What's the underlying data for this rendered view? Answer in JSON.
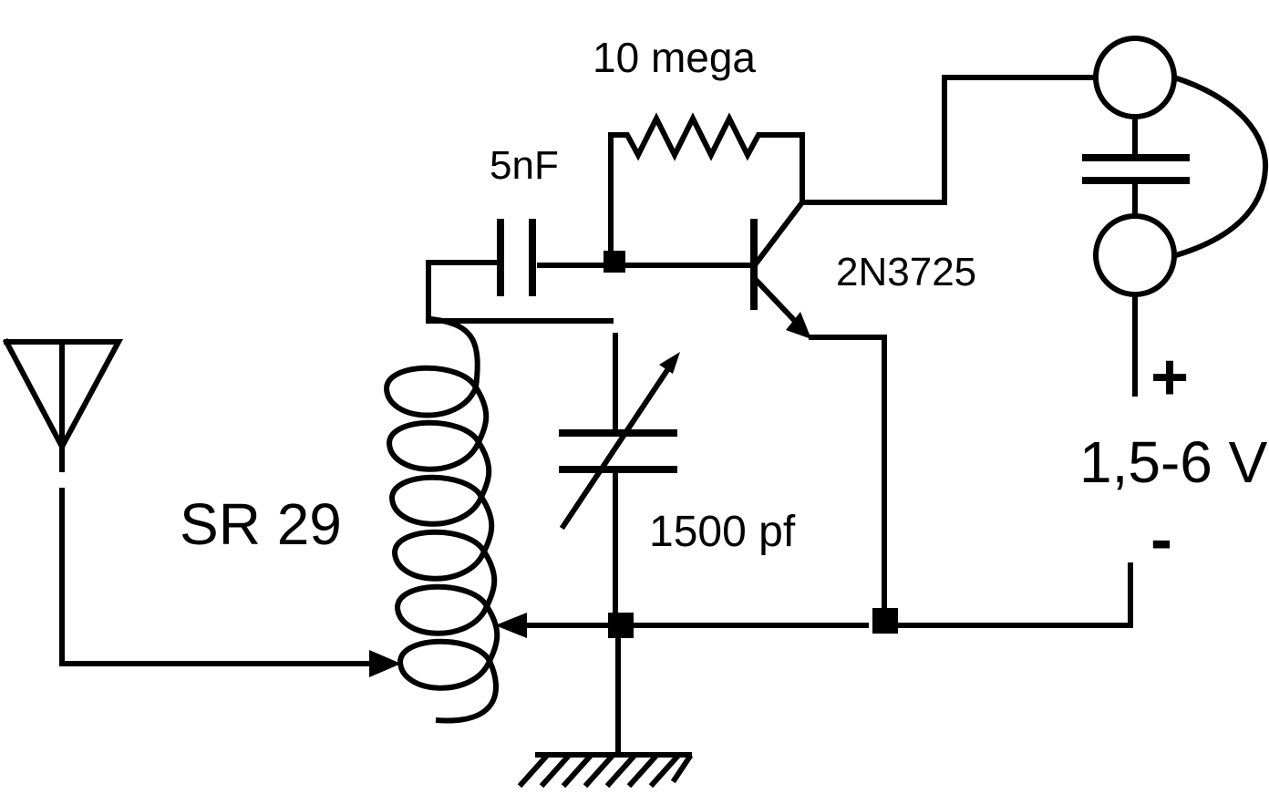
{
  "labels": {
    "resistor": "10 mega",
    "coupling_capacitor": "5nF",
    "transistor": "2N3725",
    "coil": "SR 29",
    "variable_capacitor": "1500 pf",
    "battery_plus": "+",
    "battery_voltage": "1,5-6 V",
    "battery_minus": "-"
  }
}
